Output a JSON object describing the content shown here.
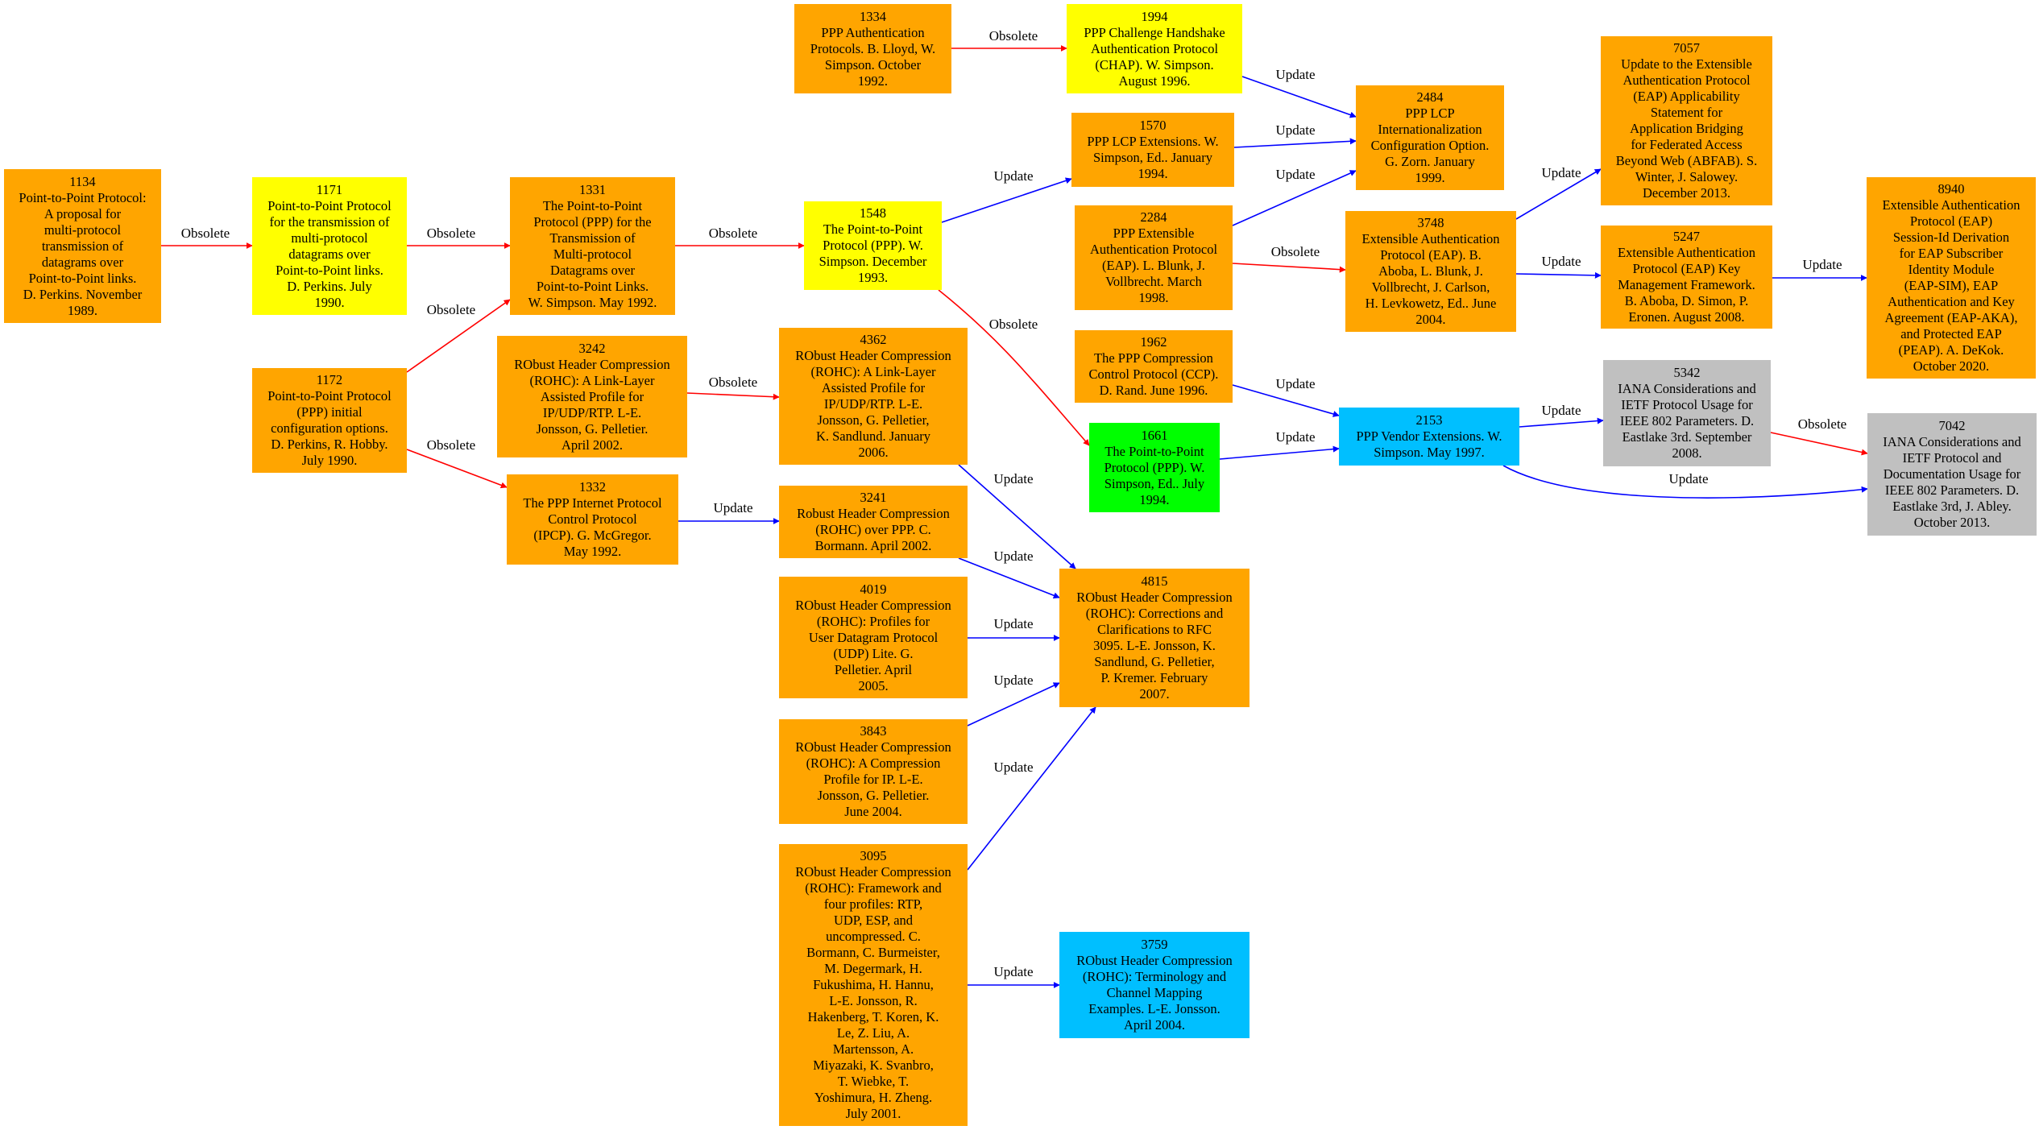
{
  "colors": {
    "orange": "#ffa500",
    "yellow": "#ffff00",
    "green": "#00ff00",
    "blue": "#00bfff",
    "gray": "#c0c0c0",
    "obsolete_edge": "#ff0000",
    "update_edge": "#0000ff"
  },
  "nodes": [
    {
      "id": "1134",
      "color": "orange",
      "lines": [
        "1134",
        "Point-to-Point Protocol:",
        "A proposal for",
        "multi-protocol",
        "transmission of",
        "datagrams over",
        "Point-to-Point links.",
        "D. Perkins. November",
        "1989."
      ]
    },
    {
      "id": "1171",
      "color": "yellow",
      "lines": [
        "1171",
        "Point-to-Point Protocol",
        "for the transmission of",
        "multi-protocol",
        "datagrams over",
        "Point-to-Point links.",
        "D. Perkins. July",
        "1990."
      ]
    },
    {
      "id": "1172",
      "color": "orange",
      "lines": [
        "1172",
        "Point-to-Point Protocol",
        "(PPP) initial",
        "configuration options.",
        "D. Perkins, R. Hobby.",
        "July 1990."
      ]
    },
    {
      "id": "1331",
      "color": "orange",
      "lines": [
        "1331",
        "The Point-to-Point",
        "Protocol (PPP) for the",
        "Transmission of",
        "Multi-protocol",
        "Datagrams over",
        "Point-to-Point Links.",
        "W. Simpson. May 1992."
      ]
    },
    {
      "id": "1332",
      "color": "orange",
      "lines": [
        "1332",
        "The PPP Internet Protocol",
        "Control Protocol",
        "(IPCP). G. McGregor.",
        "May 1992."
      ]
    },
    {
      "id": "3242",
      "color": "orange",
      "lines": [
        "3242",
        "RObust Header Compression",
        "(ROHC): A Link-Layer",
        "Assisted Profile for",
        "IP/UDP/RTP. L-E.",
        "Jonsson, G. Pelletier.",
        "April 2002."
      ]
    },
    {
      "id": "1334",
      "color": "orange",
      "lines": [
        "1334",
        "PPP Authentication",
        "Protocols. B. Lloyd, W.",
        "Simpson. October",
        "1992."
      ]
    },
    {
      "id": "1548",
      "color": "yellow",
      "lines": [
        "1548",
        "The Point-to-Point",
        "Protocol (PPP). W.",
        "Simpson. December",
        "1993."
      ]
    },
    {
      "id": "4362",
      "color": "orange",
      "lines": [
        "4362",
        "RObust Header Compression",
        "(ROHC): A Link-Layer",
        "Assisted Profile for",
        "IP/UDP/RTP. L-E.",
        "Jonsson, G. Pelletier,",
        "K. Sandlund. January",
        "2006."
      ]
    },
    {
      "id": "3241",
      "color": "orange",
      "lines": [
        "3241",
        "Robust Header Compression",
        "(ROHC) over PPP. C.",
        "Bormann. April 2002."
      ]
    },
    {
      "id": "4019",
      "color": "orange",
      "lines": [
        "4019",
        "RObust Header Compression",
        "(ROHC): Profiles for",
        "User Datagram Protocol",
        "(UDP) Lite. G.",
        "Pelletier. April",
        "2005."
      ]
    },
    {
      "id": "3843",
      "color": "orange",
      "lines": [
        "3843",
        "RObust Header Compression",
        "(ROHC): A Compression",
        "Profile for IP. L-E.",
        "Jonsson, G. Pelletier.",
        "June 2004."
      ]
    },
    {
      "id": "3095",
      "color": "orange",
      "lines": [
        "3095",
        "RObust Header Compression",
        "(ROHC): Framework and",
        "four profiles: RTP,",
        "UDP, ESP, and",
        "uncompressed. C.",
        "Bormann, C. Burmeister,",
        "M. Degermark, H.",
        "Fukushima, H. Hannu,",
        "L-E. Jonsson, R.",
        "Hakenberg, T. Koren, K.",
        "Le, Z. Liu, A.",
        "Martensson, A.",
        "Miyazaki, K. Svanbro,",
        "T. Wiebke, T.",
        "Yoshimura, H. Zheng.",
        "July 2001."
      ]
    },
    {
      "id": "1994",
      "color": "yellow",
      "lines": [
        "1994",
        "PPP Challenge Handshake",
        "Authentication Protocol",
        "(CHAP). W. Simpson.",
        "August 1996."
      ]
    },
    {
      "id": "1570",
      "color": "orange",
      "lines": [
        "1570",
        "PPP LCP Extensions. W.",
        "Simpson, Ed.. January",
        "1994."
      ]
    },
    {
      "id": "2284",
      "color": "orange",
      "lines": [
        "2284",
        "PPP Extensible",
        "Authentication Protocol",
        "(EAP). L. Blunk, J.",
        "Vollbrecht. March",
        "1998."
      ]
    },
    {
      "id": "1962",
      "color": "orange",
      "lines": [
        "1962",
        "The PPP Compression",
        "Control Protocol (CCP).",
        "D. Rand. June 1996."
      ]
    },
    {
      "id": "1661",
      "color": "green",
      "lines": [
        "1661",
        "The Point-to-Point",
        "Protocol (PPP). W.",
        "Simpson, Ed.. July",
        "1994."
      ]
    },
    {
      "id": "4815",
      "color": "orange",
      "lines": [
        "4815",
        "RObust Header Compression",
        "(ROHC): Corrections and",
        "Clarifications to RFC",
        "3095. L-E. Jonsson, K.",
        "Sandlund, G. Pelletier,",
        "P. Kremer. February",
        "2007."
      ]
    },
    {
      "id": "3759",
      "color": "blue",
      "lines": [
        "3759",
        "RObust Header Compression",
        "(ROHC): Terminology and",
        "Channel Mapping",
        "Examples. L-E. Jonsson.",
        "April 2004."
      ]
    },
    {
      "id": "2484",
      "color": "orange",
      "lines": [
        "2484",
        "PPP LCP",
        "Internationalization",
        "Configuration Option.",
        "G. Zorn. January",
        "1999."
      ]
    },
    {
      "id": "3748",
      "color": "orange",
      "lines": [
        "3748",
        "Extensible Authentication",
        "Protocol (EAP). B.",
        "Aboba, L. Blunk, J.",
        "Vollbrecht, J. Carlson,",
        "H. Levkowetz, Ed.. June",
        "2004."
      ]
    },
    {
      "id": "2153",
      "color": "blue",
      "lines": [
        "2153",
        "PPP Vendor Extensions. W.",
        "Simpson. May 1997."
      ]
    },
    {
      "id": "7057",
      "color": "orange",
      "lines": [
        "7057",
        "Update to the Extensible",
        "Authentication Protocol",
        "(EAP) Applicability",
        "Statement for",
        "Application Bridging",
        "for Federated Access",
        "Beyond Web (ABFAB). S.",
        "Winter, J. Salowey.",
        "December 2013."
      ]
    },
    {
      "id": "5247",
      "color": "orange",
      "lines": [
        "5247",
        "Extensible Authentication",
        "Protocol (EAP) Key",
        "Management Framework.",
        "B. Aboba, D. Simon, P.",
        "Eronen. August 2008."
      ]
    },
    {
      "id": "5342",
      "color": "gray",
      "lines": [
        "5342",
        "IANA Considerations and",
        "IETF Protocol Usage for",
        "IEEE 802 Parameters. D.",
        "Eastlake 3rd. September",
        "2008."
      ]
    },
    {
      "id": "8940",
      "color": "orange",
      "lines": [
        "8940",
        "Extensible Authentication",
        "Protocol (EAP)",
        "Session-Id Derivation",
        "for EAP Subscriber",
        "Identity Module",
        "(EAP-SIM), EAP",
        "Authentication and Key",
        "Agreement (EAP-AKA),",
        "and Protected EAP",
        "(PEAP). A. DeKok.",
        "October 2020."
      ]
    },
    {
      "id": "7042",
      "color": "gray",
      "lines": [
        "7042",
        "IANA Considerations and",
        "IETF Protocol and",
        "Documentation Usage for",
        "IEEE 802 Parameters. D.",
        "Eastlake 3rd, J. Abley.",
        "October 2013."
      ]
    }
  ],
  "edges": [
    {
      "from": "1134",
      "to": "1171",
      "label": "Obsolete",
      "type": "obsolete"
    },
    {
      "from": "1171",
      "to": "1331",
      "label": "Obsolete",
      "type": "obsolete"
    },
    {
      "from": "1172",
      "to": "1331",
      "label": "Obsolete",
      "type": "obsolete"
    },
    {
      "from": "1172",
      "to": "1332",
      "label": "Obsolete",
      "type": "obsolete"
    },
    {
      "from": "1331",
      "to": "1548",
      "label": "Obsolete",
      "type": "obsolete"
    },
    {
      "from": "1334",
      "to": "1994",
      "label": "Obsolete",
      "type": "obsolete"
    },
    {
      "from": "3242",
      "to": "4362",
      "label": "Obsolete",
      "type": "obsolete"
    },
    {
      "from": "1332",
      "to": "3241",
      "label": "Update",
      "type": "update"
    },
    {
      "from": "1548",
      "to": "1570",
      "label": "Update",
      "type": "update"
    },
    {
      "from": "1548",
      "to": "1661",
      "label": "Obsolete",
      "type": "obsolete"
    },
    {
      "from": "1994",
      "to": "2484",
      "label": "Update",
      "type": "update"
    },
    {
      "from": "1570",
      "to": "2484",
      "label": "Update",
      "type": "update"
    },
    {
      "from": "2284",
      "to": "2484",
      "label": "Update",
      "type": "update"
    },
    {
      "from": "2284",
      "to": "3748",
      "label": "Obsolete",
      "type": "obsolete"
    },
    {
      "from": "1962",
      "to": "2153",
      "label": "Update",
      "type": "update"
    },
    {
      "from": "1661",
      "to": "2153",
      "label": "Update",
      "type": "update"
    },
    {
      "from": "4362",
      "to": "4815",
      "label": "Update",
      "type": "update"
    },
    {
      "from": "3241",
      "to": "4815",
      "label": "Update",
      "type": "update"
    },
    {
      "from": "4019",
      "to": "4815",
      "label": "Update",
      "type": "update"
    },
    {
      "from": "3843",
      "to": "4815",
      "label": "Update",
      "type": "update"
    },
    {
      "from": "3095",
      "to": "4815",
      "label": "Update",
      "type": "update"
    },
    {
      "from": "3095",
      "to": "3759",
      "label": "Update",
      "type": "update"
    },
    {
      "from": "3748",
      "to": "7057",
      "label": "Update",
      "type": "update"
    },
    {
      "from": "3748",
      "to": "5247",
      "label": "Update",
      "type": "update"
    },
    {
      "from": "5247",
      "to": "8940",
      "label": "Update",
      "type": "update"
    },
    {
      "from": "2153",
      "to": "5342",
      "label": "Update",
      "type": "update"
    },
    {
      "from": "2153",
      "to": "7042",
      "label": "Update",
      "type": "update"
    },
    {
      "from": "5342",
      "to": "7042",
      "label": "Obsolete",
      "type": "obsolete"
    }
  ]
}
